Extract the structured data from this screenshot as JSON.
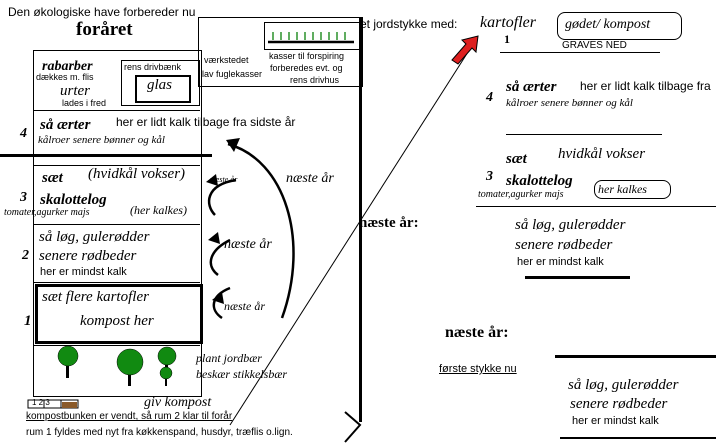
{
  "header": {
    "title_line": "Den økologiske have forbereder nu",
    "title_main": "foråret",
    "plot_intro": "et jordstykke med:",
    "potatoes": "kartofler",
    "manure": "gødet/ kompost",
    "graves": "GRAVES NED"
  },
  "garden": {
    "rabarber": "rabarber",
    "rabarber_sub": "dækkes m. flis",
    "urter": "urter",
    "urter_sub": "lades i fred",
    "drivbaenk": "rens drivbænk",
    "glas": "glas",
    "vaerkstedet": "værkstedet",
    "fuglekasser": "lav fuglekasser",
    "kasser": "kasser til forspiring",
    "forberedes": "forberedes evt. og",
    "drivhus": "rens drivhus",
    "row4_num": "4",
    "row4_title": "så ærter",
    "row4_crops": "kålroer senere bønner og kål",
    "row4_note": "her er lidt kalk tilbage fra sidste år",
    "row3_num": "3",
    "row3_title": "sæt",
    "row3_cabbage": "(hvidkål vokser)",
    "row3_onion": "skalottelog",
    "row3_crops": "tomater,agurker majs",
    "row3_lime": "(her kalkes)",
    "row2_num": "2",
    "row2_title": "så løg, gulerødder",
    "row2_beet": "senere rødbeder",
    "row2_lime": "her er  mindst kalk",
    "row1_num": "1",
    "row1_title": "sæt flere kartofler",
    "row1_compost": "kompost her",
    "next_year_a": "næste år",
    "next_year_b": "næste år",
    "next_year_c": "næste år",
    "next_year_d": "næste år",
    "plant": "plant jordbær",
    "prune": "beskær stikkelsbær",
    "compost_give": "giv kompost",
    "bins": "1  2  3",
    "compost_bins": "kompostbunken er vendt, så rum 2 klar til forår",
    "room1": "rum 1 fyldes med nyt fra køkkenspand, husdyr, træflis o.lign."
  },
  "right": {
    "num1": "1",
    "num4": "4",
    "r4_title": "så ærter",
    "r4_note": "her er lidt kalk tilbage fra",
    "r4_crops": "kålroer senere bønner og kål",
    "r3_sow": "sæt",
    "r3_cabbage": "hvidkål vokser",
    "r3_num": "3",
    "r3_onion": "skalottelog",
    "r3_lime": "her kalkes",
    "r3_crops": "tomater,agurker majs",
    "r2_title": "så løg, gulerødder",
    "r2_beet": "senere rødbeder",
    "r2_lime": "her er  mindst kalk",
    "next_year_label": "næste år:",
    "next_year_label2": "næste år:",
    "first_plot": "første stykke nu",
    "b_title": "så løg, gulerødder",
    "b_beet": "senere rødbeder",
    "b_lime": "her er mindst kalk"
  },
  "colors": {
    "arrow_red": "#dd1f1f",
    "tree_green": "#118a11",
    "sprout_green": "#1d8a1d"
  }
}
